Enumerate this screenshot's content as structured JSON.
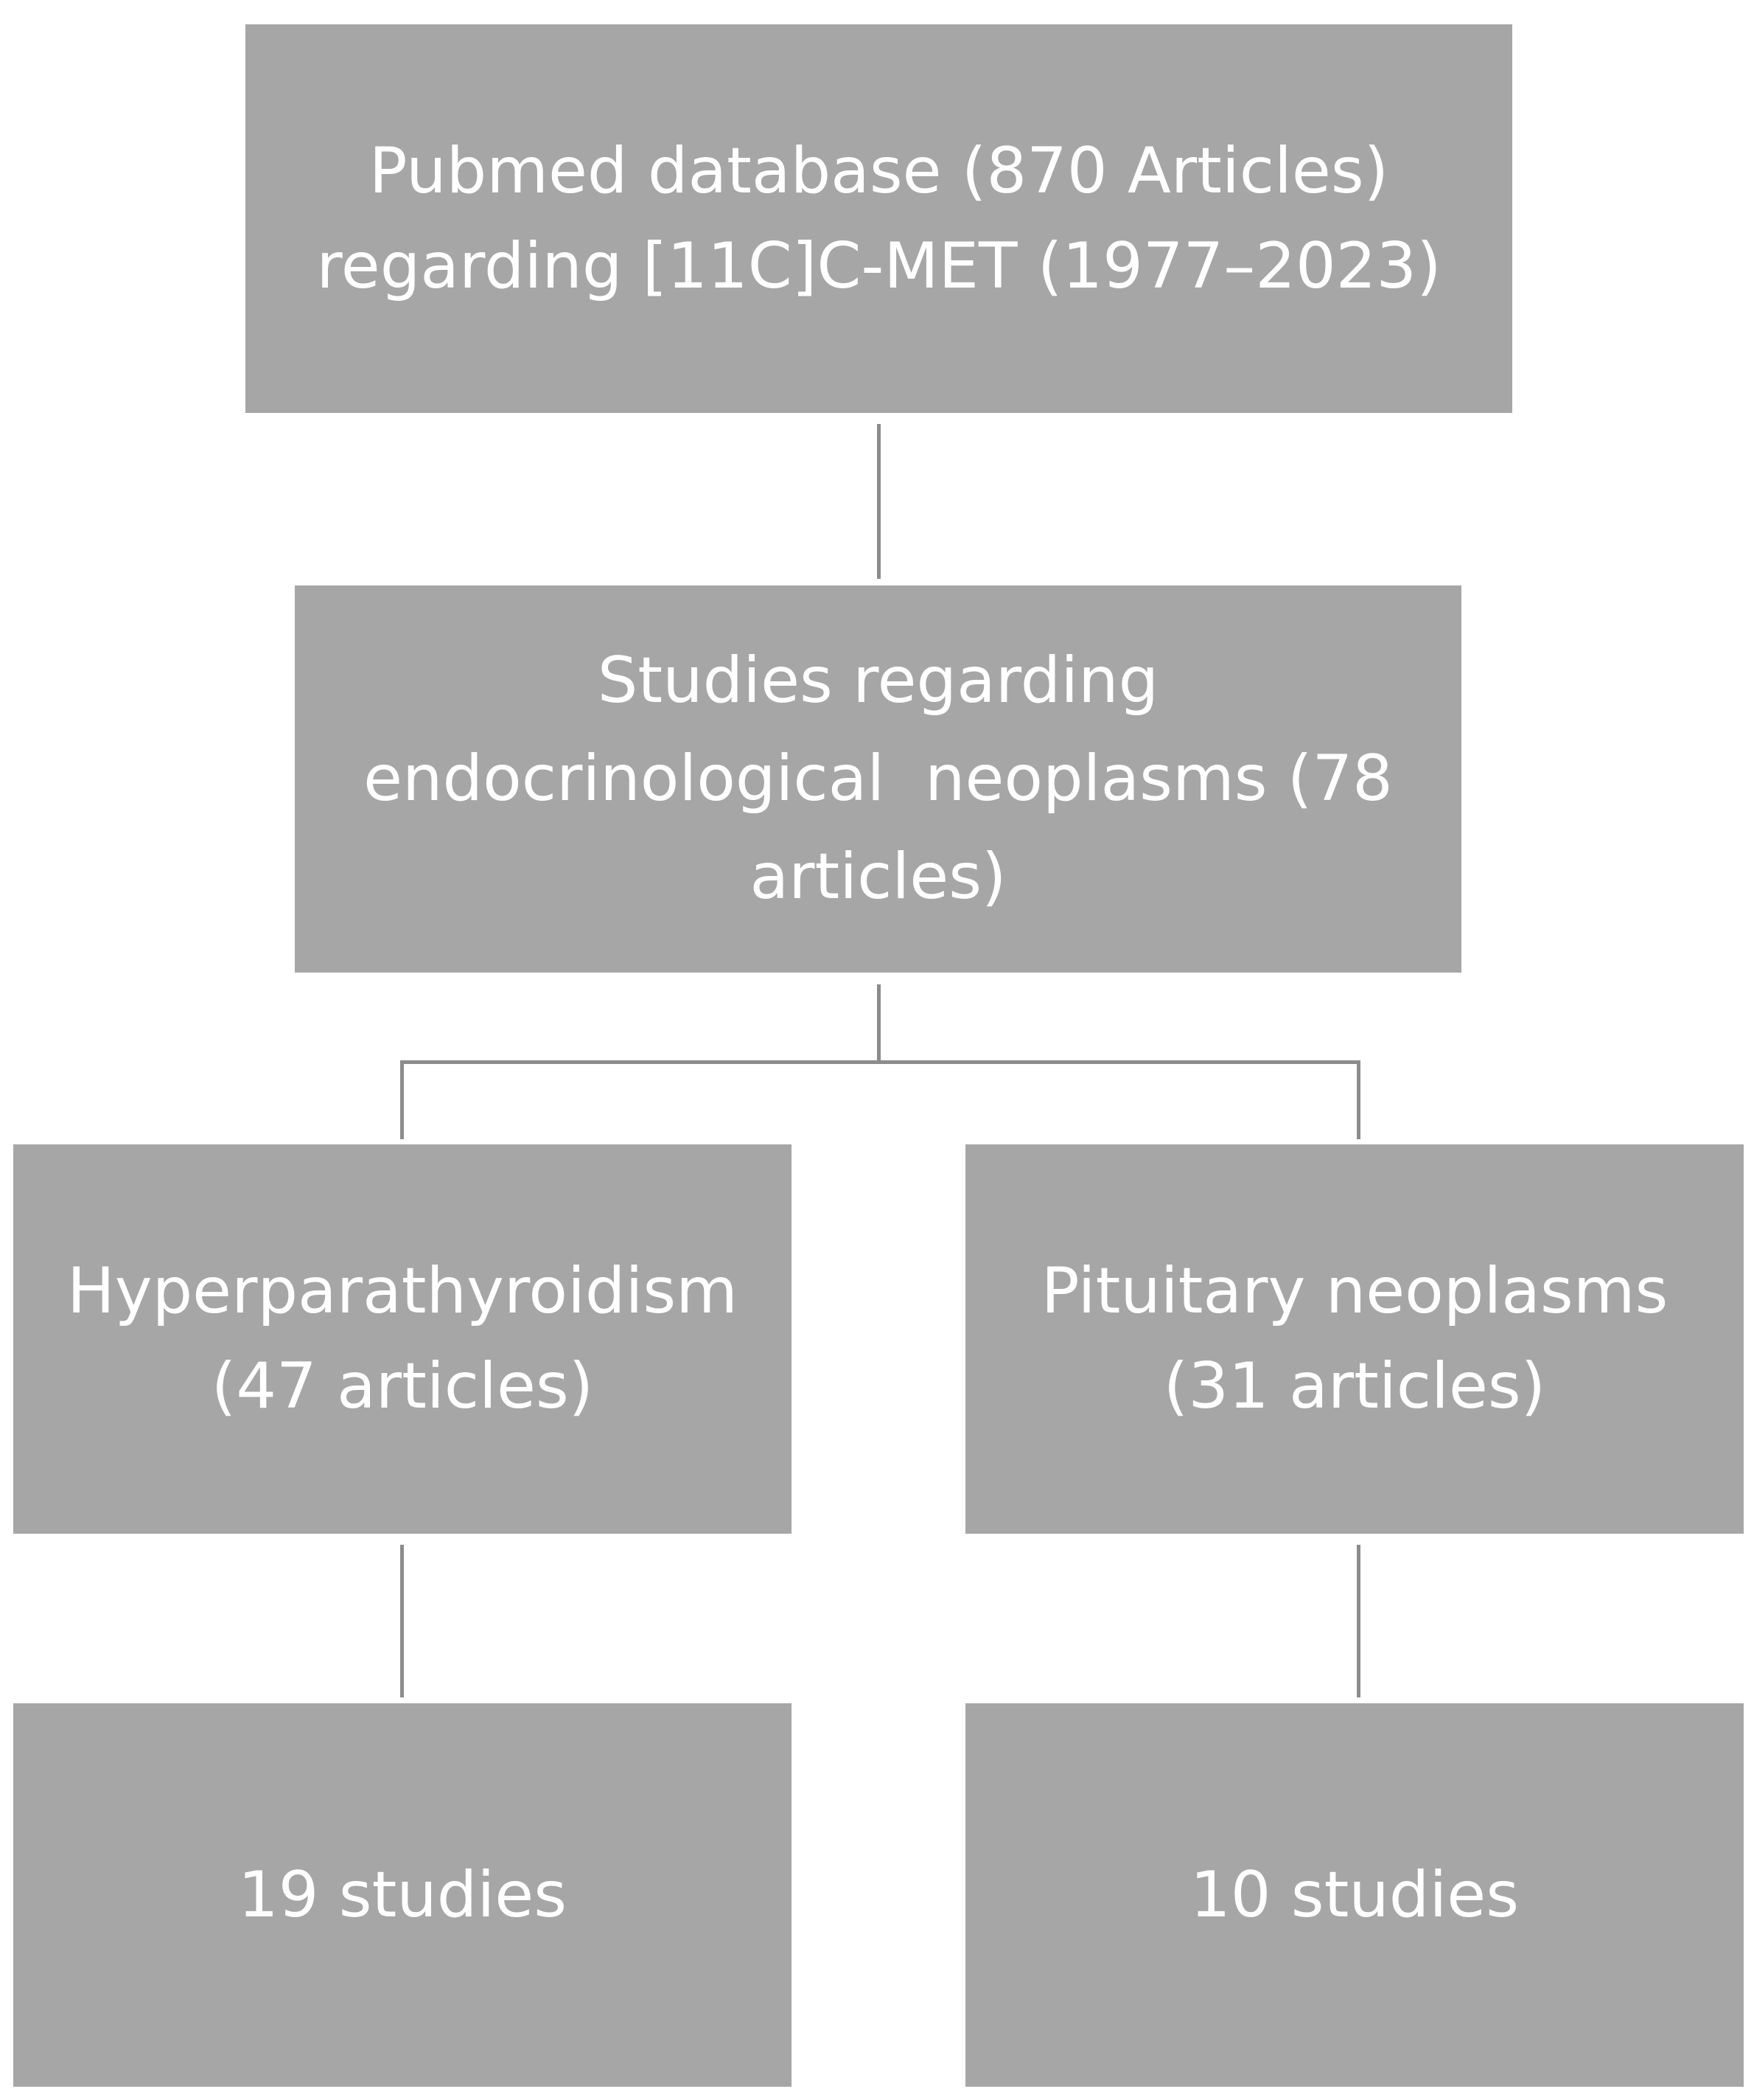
{
  "flowchart": {
    "root": {
      "line1": "Pubmed database (870 Articles)",
      "line2": "regarding [11C]C-MET (1977–2023)"
    },
    "middle": {
      "line1": "Studies regarding",
      "line2": "endocrinological  neoplasms (78",
      "line3": "articles)"
    },
    "left_branch": {
      "line1": "Hyperparathyroidism",
      "line2": "(47 articles)",
      "result": "19 studies"
    },
    "right_branch": {
      "line1": "Pituitary neoplasms",
      "line2": "(31 articles)",
      "result": "10 studies"
    }
  },
  "colors": {
    "box_fill": "#a6a6a6",
    "box_text": "#ffffff",
    "connector": "#8c8c8c"
  }
}
